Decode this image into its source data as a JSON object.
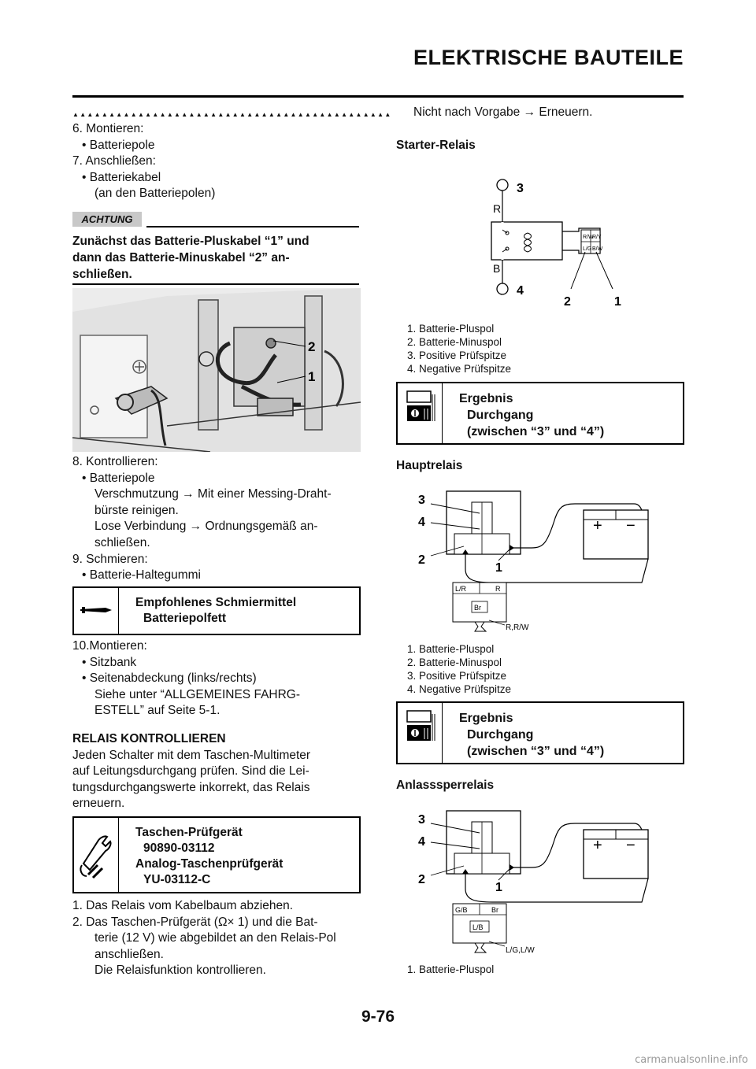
{
  "header": {
    "title": "ELEKTRISCHE BAUTEILE"
  },
  "left": {
    "triangles": "▲▲▲▲▲▲▲▲▲▲▲▲▲▲▲▲▲▲▲▲▲▲▲▲▲▲▲▲▲▲▲▲▲▲▲▲▲▲▲▲▲▲▲▲",
    "step6": "6.  Montieren:",
    "step6_b1": "• Batteriepole",
    "step7": "7.  Anschließen:",
    "step7_b1": "• Batteriekabel",
    "step7_b1_sub": "(an den Batteriepolen)",
    "achtung_label": "ACHTUNG",
    "achtung_text": [
      "Zunächst das Batterie-Pluskabel “1” und",
      "dann das Batterie-Minuskabel “2” an-",
      "schließen."
    ],
    "photo_labels": {
      "two": "2",
      "one": "1"
    },
    "step8": "8.  Kontrollieren:",
    "step8_b1": "• Batteriepole",
    "step8_lines": [
      "Verschmutzung → Mit einer Messing-Draht-",
      "bürste reinigen.",
      "Lose Verbindung → Ordnungsgemäß an-",
      "schließen."
    ],
    "step9": "9.  Schmieren:",
    "step9_b1": "• Batterie-Haltegummi",
    "lube_box": {
      "title": "Empfohlenes Schmiermittel",
      "value": "Batteriepolfett"
    },
    "step10": "10.Montieren:",
    "step10_b1": "• Sitzbank",
    "step10_b2": "• Seitenabdeckung (links/rechts)",
    "step10_sub": [
      "Siehe unter “ALLGEMEINES FAHRG-",
      "ESTELL” auf Seite 5-1."
    ],
    "relay_heading": "RELAIS KONTROLLIEREN",
    "relay_para": [
      "Jeden Schalter mit dem Taschen-Multimeter",
      "auf Leitungsdurchgang prüfen. Sind die Lei-",
      "tungsdurchgangswerte inkorrekt, das Relais",
      "erneuern."
    ],
    "tool_box": {
      "line1": "Taschen-Prüfgerät",
      "line2": "90890-03112",
      "line3": "Analog-Taschenprüfgerät",
      "line4": "YU-03112-C"
    },
    "step1": "1.  Das Relais vom Kabelbaum abziehen.",
    "step2_lines": [
      "2.  Das Taschen-Prüfgerät (Ω× 1) und die Bat-",
      "terie (12 V) wie abgebildet an den Relais-Pol",
      "anschließen.",
      "Die Relaisfunktion kontrollieren."
    ]
  },
  "right": {
    "top_line": "Nicht nach Vorgabe → Erneuern.",
    "starter_heading": "Starter-Relais",
    "starter_diag": {
      "l3": "3",
      "lR": "R",
      "lB": "B",
      "l4": "4",
      "l2": "2",
      "l1": "1",
      "c1": "R/W",
      "c2": "R/Y",
      "c3": "L/G",
      "c4": "B/W"
    },
    "captions_a": [
      "1.  Batterie-Pluspol",
      "2.  Batterie-Minuspol",
      "3.  Positive Prüfspitze",
      "4.  Negative Prüfspitze"
    ],
    "result_a": {
      "l1": "Ergebnis",
      "l2": "Durchgang",
      "l3": "(zwischen “3” und “4”)"
    },
    "main_heading": "Hauptrelais",
    "main_diag": {
      "l3": "3",
      "l4": "4",
      "l2": "2",
      "l1": "1",
      "plus": "+",
      "minus": "−",
      "c1": "L/R",
      "c2": "R",
      "c3": "Br",
      "wire": "R,R/W"
    },
    "captions_b": [
      "1.  Batterie-Pluspol",
      "2.  Batterie-Minuspol",
      "3.  Positive Prüfspitze",
      "4.  Negative Prüfspitze"
    ],
    "result_b": {
      "l1": "Ergebnis",
      "l2": "Durchgang",
      "l3": "(zwischen “3” und “4”)"
    },
    "start_heading": "Anlasssperrelais",
    "start_diag": {
      "l3": "3",
      "l4": "4",
      "l2": "2",
      "l1": "1",
      "plus": "+",
      "minus": "−",
      "c1": "G/B",
      "c2": "Br",
      "c3": "L/B",
      "wire": "L/G,L/W"
    },
    "captions_c": [
      "1.  Batterie-Pluspol"
    ]
  },
  "footer": {
    "page": "9-76",
    "watermark": "carmanualsonline.info"
  }
}
